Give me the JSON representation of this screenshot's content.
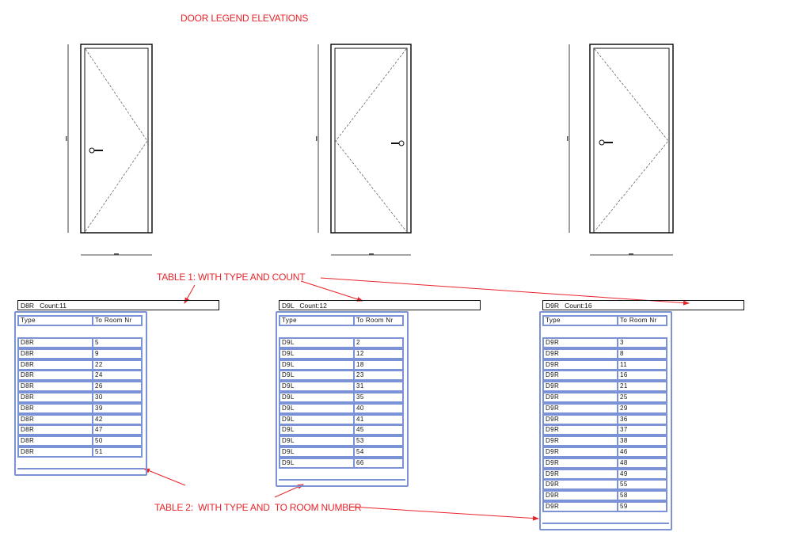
{
  "title": "DOOR LEGEND ELEVATIONS",
  "annotations": {
    "table1": "TABLE 1: WITH TYPE AND COUNT",
    "table2": "TABLE 2:  WITH TYPE AND  TO ROOM NUMBER"
  },
  "colors": {
    "annotation": "#e8242a",
    "table_border": "#7b93d6"
  },
  "doors": [
    {
      "handle_side": "left",
      "hinge_apex": "right"
    },
    {
      "handle_side": "right",
      "hinge_apex": "left"
    },
    {
      "handle_side": "left",
      "hinge_apex": "right"
    }
  ],
  "tables": [
    {
      "count_label": "D8R   Count:11",
      "headers": [
        "Type",
        "To Room  Nr"
      ],
      "rows": [
        [
          "D8R",
          "5"
        ],
        [
          "D8R",
          "9"
        ],
        [
          "D8R",
          "22"
        ],
        [
          "D8R",
          "24"
        ],
        [
          "D8R",
          "26"
        ],
        [
          "D8R",
          "30"
        ],
        [
          "D8R",
          "39"
        ],
        [
          "D8R",
          "42"
        ],
        [
          "D8R",
          "47"
        ],
        [
          "D8R",
          "50"
        ],
        [
          "D8R",
          "51"
        ]
      ]
    },
    {
      "count_label": "D9L   Count:12",
      "headers": [
        "Type",
        "To Room  Nr"
      ],
      "rows": [
        [
          "D9L",
          "2"
        ],
        [
          "D9L",
          "12"
        ],
        [
          "D9L",
          "18"
        ],
        [
          "D9L",
          "23"
        ],
        [
          "D9L",
          "31"
        ],
        [
          "D9L",
          "35"
        ],
        [
          "D9L",
          "40"
        ],
        [
          "D9L",
          "41"
        ],
        [
          "D9L",
          "45"
        ],
        [
          "D9L",
          "53"
        ],
        [
          "D9L",
          "54"
        ],
        [
          "D9L",
          "66"
        ]
      ]
    },
    {
      "count_label": "D9R   Count:16",
      "headers": [
        "Type",
        "To Room  Nr"
      ],
      "rows": [
        [
          "D9R",
          "3"
        ],
        [
          "D9R",
          "8"
        ],
        [
          "D9R",
          "11"
        ],
        [
          "D9R",
          "16"
        ],
        [
          "D9R",
          "21"
        ],
        [
          "D9R",
          "25"
        ],
        [
          "D9R",
          "29"
        ],
        [
          "D9R",
          "36"
        ],
        [
          "D9R",
          "37"
        ],
        [
          "D9R",
          "38"
        ],
        [
          "D9R",
          "46"
        ],
        [
          "D9R",
          "48"
        ],
        [
          "D9R",
          "49"
        ],
        [
          "D9R",
          "55"
        ],
        [
          "D9R",
          "58"
        ],
        [
          "D9R",
          "59"
        ]
      ]
    }
  ]
}
